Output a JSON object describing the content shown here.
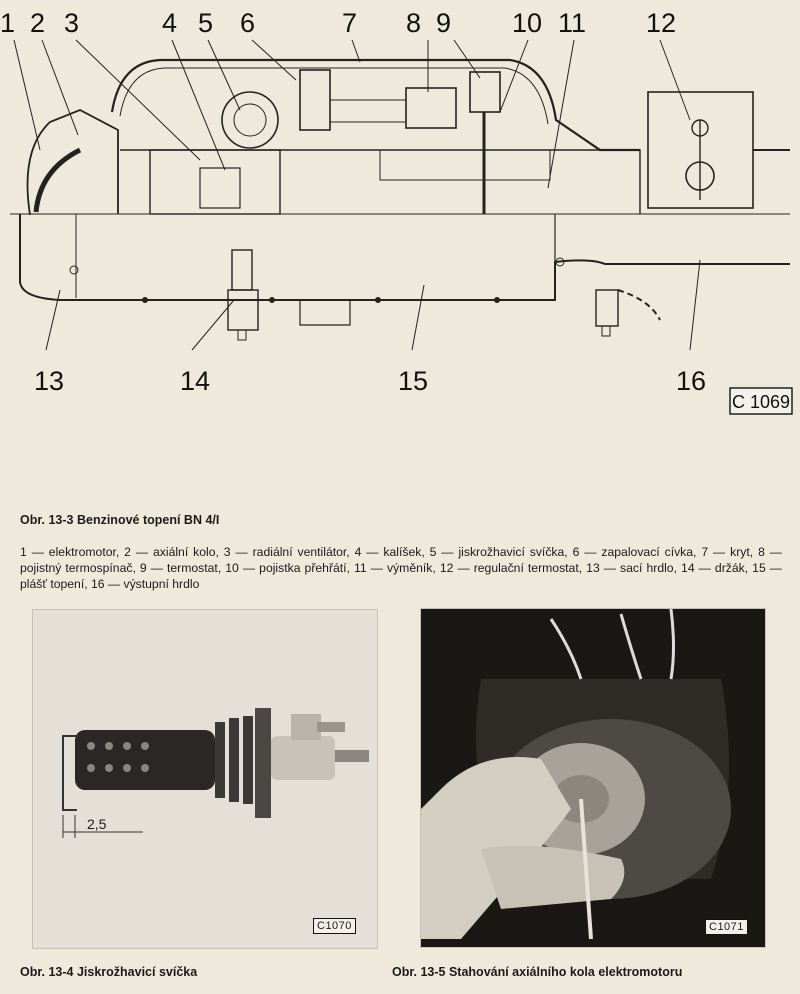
{
  "figure_main": {
    "callouts": [
      "1",
      "2",
      "3",
      "4",
      "5",
      "6",
      "7",
      "8",
      "9",
      "10",
      "11",
      "12",
      "13",
      "14",
      "15",
      "16"
    ],
    "code": "C 1069"
  },
  "caption_main": {
    "title": "Obr. 13-3 Benzinové topení BN 4/I",
    "legend": "1 — elektromotor, 2 — axiální kolo, 3 — radiální ventilátor, 4 — kalíšek, 5 — jiskrožhavicí svíčka, 6 — zapalovací cívka, 7 — kryt, 8 — pojistný termospínač, 9 — termostat, 10 — pojistka přehřátí, 11 — výměník, 12 — regulační termostat, 13 — sací hrdlo, 14 — držák, 15 — plášť topení, 16 — výstupní hrdlo"
  },
  "photo_left": {
    "dimension_label": "2,5",
    "code": "C1070",
    "caption": "Obr. 13-4 Jiskrožhavicí svíčka"
  },
  "photo_right": {
    "code": "C1071",
    "caption": "Obr. 13-5 Stahování axiálního kola elektromotoru"
  }
}
